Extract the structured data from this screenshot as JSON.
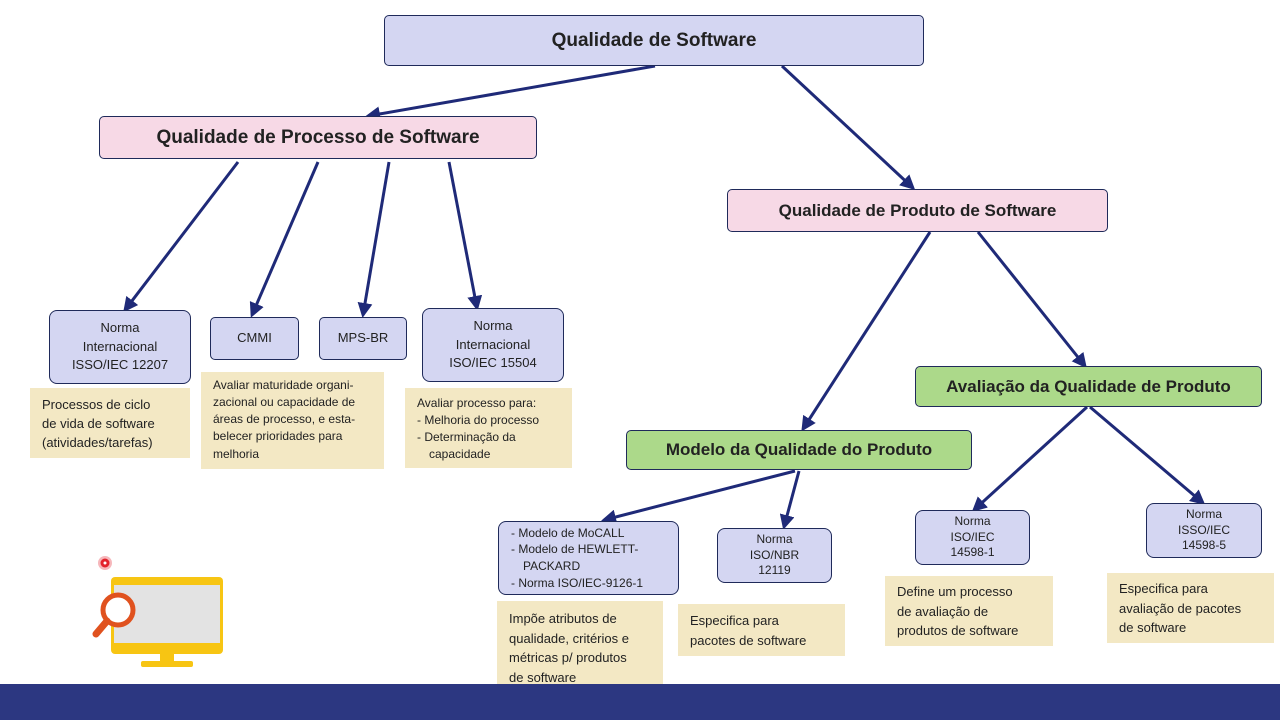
{
  "colors": {
    "box_blue": "#d4d6f2",
    "box_pink": "#f7d9e6",
    "box_green": "#acd98a",
    "note_bg": "#f3e8c4",
    "arrow": "#1f2a78",
    "bottom_bar": "#2c3781",
    "monitor_yellow": "#f7c513",
    "magnifier_orange": "#e0521f",
    "record_dot": "#e3222c"
  },
  "nodes": {
    "root": "Qualidade de Software",
    "processo": "Qualidade de Processo de Software",
    "produto": "Qualidade de Produto de Software",
    "norma12207": "Norma\nInternacional\nISSO/IEC 12207",
    "cmmi": "CMMI",
    "mpsbr": "MPS-BR",
    "norma15504": "Norma\nInternacional\nISO/IEC 15504",
    "avaliacao": "Avaliação da Qualidade de Produto",
    "modelo": "Modelo da Qualidade do Produto",
    "modelos_list": [
      "Modelo de MoCALL",
      "Modelo de HEWLETT-PACKARD",
      "Norma ISO/IEC-9126-1"
    ],
    "norma12119": "Norma\nISO/NBR\n12119",
    "norma14598_1": "Norma\nISO/IEC\n14598-1",
    "norma14598_5": "Norma\nISSO/IEC\n14598-5"
  },
  "notes": {
    "ciclo": "Processos de ciclo\nde vida de software\n(atividades/tarefas)",
    "cmmi": "Avaliar maturidade organi-\nzacional ou capacidade de\náreas de processo, e esta-\nbelecer prioridades para\nmelhoria",
    "avaliar_title": "Avaliar processo para:",
    "avaliar_items": [
      "Melhoria do processo",
      "Determinação da capacidade"
    ],
    "impoe": "Impõe atributos de\nqualidade, critérios e\nmétricas p/ produtos\nde software",
    "especifica_pacotes": "Especifica para\npacotes de software",
    "define": "Define um processo\nde avaliação de\nprodutos de software",
    "especifica_avaliacao": "Especifica para\navaliação de pacotes\nde software"
  },
  "icons": {
    "monitor": "monitor-magnifier-icon",
    "record": "record-dot-icon"
  }
}
